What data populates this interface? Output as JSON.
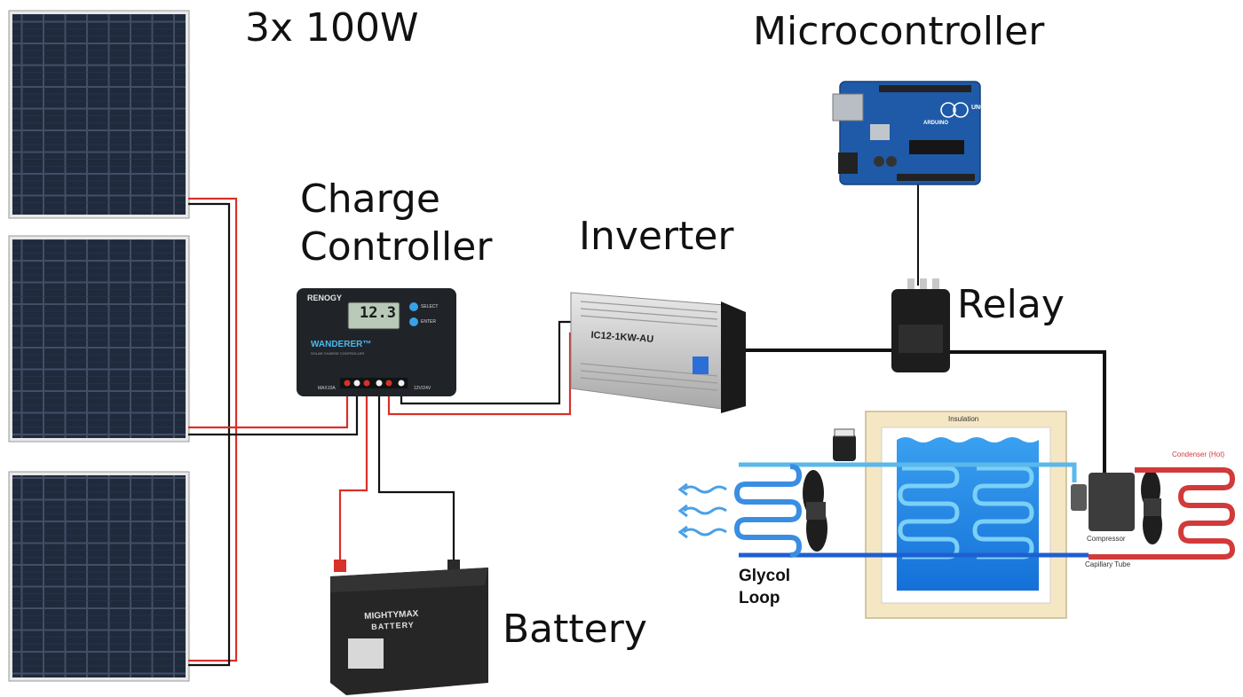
{
  "solar_panels": {
    "title": "3x 100W",
    "count": 3
  },
  "microcontroller": {
    "title": "Microcontroller",
    "board_brand": "ARDUINO",
    "board_model": "UNO"
  },
  "charge_controller": {
    "title_line1": "Charge",
    "title_line2": "Controller",
    "brand": "RENOGY",
    "display": "12.3",
    "model": "WANDERER™",
    "subtitle": "SOLAR CHARGE CONTROLLER",
    "button1": "SELECT",
    "button2": "ENTER",
    "rating_left": "MAX10A",
    "rating_right": "12V/24V"
  },
  "inverter": {
    "title": "Inverter",
    "model": "IC12-1KW-AU"
  },
  "relay": {
    "title": "Relay"
  },
  "battery": {
    "title": "Battery",
    "brand": "MIGHTYMAX",
    "brand2": "BATTERY"
  },
  "refrigeration": {
    "insulation": "Insulation",
    "compressor": "Compressor",
    "capillary_tube": "Capillary Tube",
    "condenser": "Condenser (Hot)",
    "glycol_loop": "Glycol Loop"
  },
  "colors": {
    "wire_positive": "#d9302a",
    "wire_negative": "#111111",
    "panel_cell": "#1f2a3d",
    "arduino_blue": "#1f5aa8",
    "glycol_blue": "#1f78d6",
    "condenser_red": "#d23a3a",
    "insulation_fill": "#f5e7c4"
  }
}
